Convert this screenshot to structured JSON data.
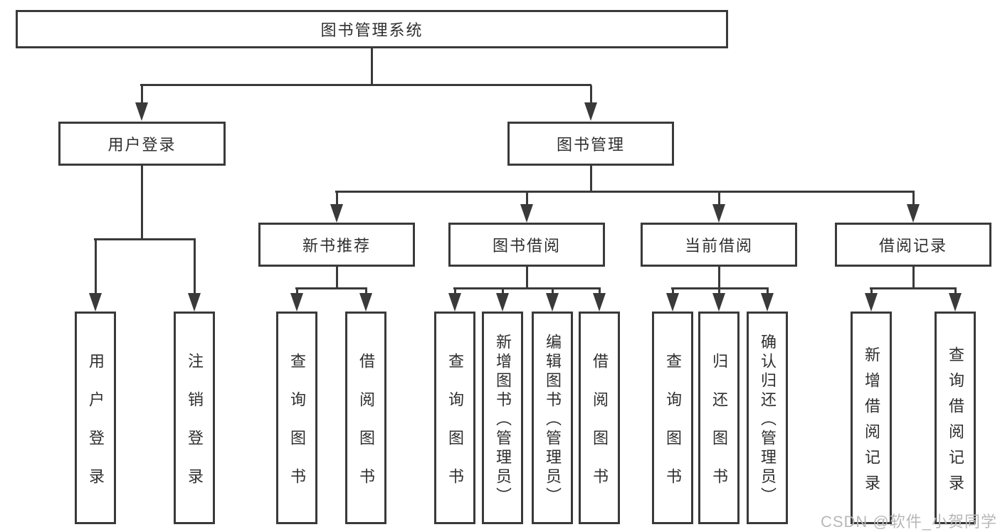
{
  "page": {
    "watermark": "CSDN @软件_小贺同学"
  },
  "colors": {
    "line": "#3a3a3a",
    "text": "#2f2f2f",
    "background": "#ffffff",
    "watermark": "#b8b8b8"
  },
  "tree": {
    "root": {
      "label": "图书管理系统"
    },
    "level2": [
      {
        "label": "用户登录",
        "children": [
          "用户登录",
          "注销登录"
        ]
      },
      {
        "label": "图书管理",
        "children": [
          "新书推荐",
          "图书借阅",
          "当前借阅",
          "借阅记录"
        ]
      }
    ],
    "level3": [
      {
        "label": "新书推荐",
        "children": [
          "查询图书",
          "借阅图书"
        ]
      },
      {
        "label": "图书借阅",
        "children": [
          "查询图书",
          "新增图书（管理员）",
          "编辑图书（管理员）",
          "借阅图书"
        ]
      },
      {
        "label": "当前借阅",
        "children": [
          "查询图书",
          "归还图书",
          "确认归还（管理员）"
        ]
      },
      {
        "label": "借阅记录",
        "children": [
          "新增借阅记录",
          "查询借阅记录"
        ]
      }
    ],
    "leaves": [
      {
        "label": "用户登录"
      },
      {
        "label": "注销登录"
      },
      {
        "label": "查询图书"
      },
      {
        "label": "借阅图书"
      },
      {
        "label": "查询图书"
      },
      {
        "label": "新增图书（管理员）"
      },
      {
        "label": "编辑图书（管理员）"
      },
      {
        "label": "借阅图书"
      },
      {
        "label": "查询图书"
      },
      {
        "label": "归还图书"
      },
      {
        "label": "确认归还（管理员）"
      },
      {
        "label": "新增借阅记录"
      },
      {
        "label": "查询借阅记录"
      }
    ]
  }
}
